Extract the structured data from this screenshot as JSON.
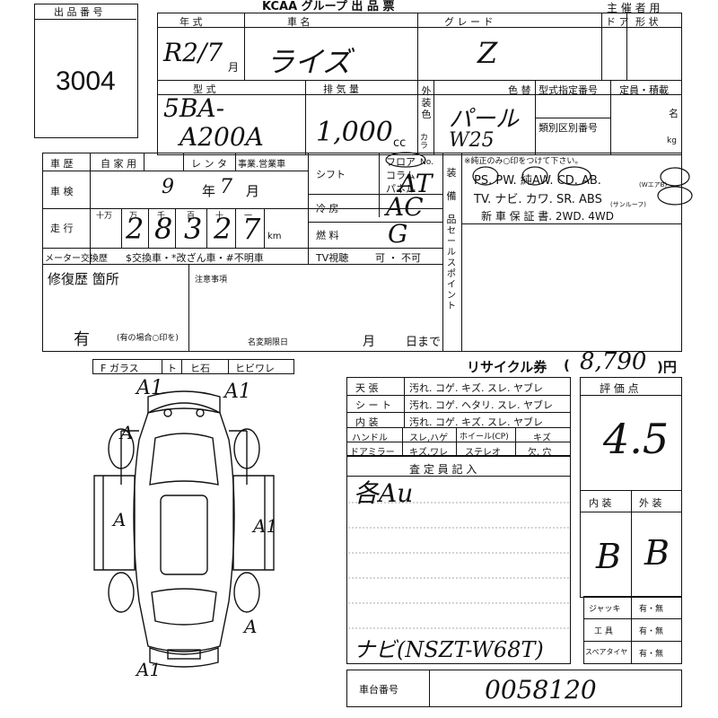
{
  "header": {
    "org": "KCAA グループ 出 品 票",
    "organizer": "主 催 者 用",
    "lot_label": "出 品 番 号",
    "lot_number": "3004"
  },
  "vehicle": {
    "year_label": "年 式",
    "year_value": "R2/7",
    "month_unit": "月",
    "name_label": "車 名",
    "name_value": "ライズ",
    "grade_label": "グ レ ー ド",
    "grade_value": "Z",
    "door_label": "ド ア",
    "shape_label": "形 状",
    "model_label": "型 式",
    "model_value_1": "5BA-",
    "model_value_2": "A200A",
    "displacement_label": "排 気 量",
    "displacement_value": "1,000",
    "cc_unit": "cc",
    "exterior_color_label": "外装色",
    "color_label": "色 替",
    "color_value": "パール",
    "color_code_label": "カラーNo.",
    "color_code_value": "W25",
    "type_approval_label": "型式指定番号",
    "classification_label": "類別区別番号",
    "capacity_label": "定員・積載",
    "name_unit": "名",
    "kg_unit": "kg"
  },
  "history": {
    "history_label": "車 歴",
    "private_label": "自 家 用",
    "rental_label": "レ ン タ",
    "business_label": "事業.営業車",
    "inspection_label": "車 検",
    "inspection_value_year": "9",
    "year_unit": "年",
    "inspection_value_month": "7",
    "month_unit": "月",
    "mileage_label": "走 行",
    "mileage_units": [
      "十万",
      "万",
      "千",
      "百",
      "十",
      "一"
    ],
    "mileage_digits": [
      "",
      "2",
      "8",
      "3",
      "2",
      "7"
    ],
    "km_unit": "km",
    "meter_label": "メーター交換歴",
    "meter_options": "$交換車・*改ざん車・#不明車"
  },
  "specs": {
    "shift_label": "シフト",
    "floor_label": "フロア",
    "column_label": "コラム",
    "panel_label": "パネル",
    "shift_value": "AT",
    "ac_label": "冷 房",
    "ac_value": "AC",
    "fuel_label": "燃 料",
    "fuel_value": "G",
    "tv_label": "TV視聴",
    "tv_value": "可 ・ 不可"
  },
  "equipment": {
    "label": "装備品",
    "note": "※純正のみ○印をつけて下さい。",
    "row1": "PS. PW. 純AW. CD. AB.",
    "row1_small": "(WエアB)",
    "row2": "TV. ナビ. カワ. SR. ABS",
    "row2_small": "(サンルーフ)",
    "row3": "新 車 保 証 書.  2WD.  4WD",
    "sales_point_label": "セールスポイント"
  },
  "repair": {
    "label": "修復歴 箇所",
    "value": "有",
    "note": "(有の場合○印を)",
    "caution_label": "注意事項",
    "name_change_label": "名変期限日",
    "month_unit": "月",
    "day_unit": "日まで"
  },
  "glass": {
    "f_glass": "F ガラス",
    "to": "ト",
    "stone": "ヒ石",
    "crack": "ヒビワレ"
  },
  "diagram": {
    "marks": [
      "A1",
      "A1",
      "A",
      "A",
      "A1",
      "A",
      "A1"
    ]
  },
  "recycle": {
    "label": "リサイクル券",
    "value": "8,790",
    "unit": ")円"
  },
  "condition": {
    "rows": [
      {
        "label": "天 張",
        "text": "汚れ. コゲ. キズ. スレ. ヤブレ"
      },
      {
        "label": "シ ー ト",
        "text": "汚れ. コゲ. ヘタリ. スレ. ヤブレ"
      },
      {
        "label": "内 装",
        "text": "汚れ. コゲ. キズ. スレ. ヤブレ"
      }
    ],
    "handle_label": "ハンドル",
    "handle_text": "スレ,ハゲ",
    "wheel_label": "ホイール(CP)",
    "wheel_text": "キズ",
    "mirror_label": "ドアミラー",
    "mirror_text": "キズ,ワレ",
    "stereo_label": "ステレオ",
    "stereo_text": "欠, 穴"
  },
  "inspector": {
    "label": "査 定 員 記 入",
    "note_1": "各Au",
    "note_2": "ナビ(NSZT-W68T)"
  },
  "score": {
    "label": "評 価 点",
    "value": "4.5",
    "interior_label": "内 装",
    "exterior_label": "外 装",
    "interior_value": "B",
    "exterior_value": "B",
    "jack_label": "ジャッキ",
    "tool_label": "工 具",
    "spare_label": "スペアタイヤ",
    "presence": "有・無"
  },
  "chassis": {
    "label": "車台番号",
    "value": "0058120"
  }
}
